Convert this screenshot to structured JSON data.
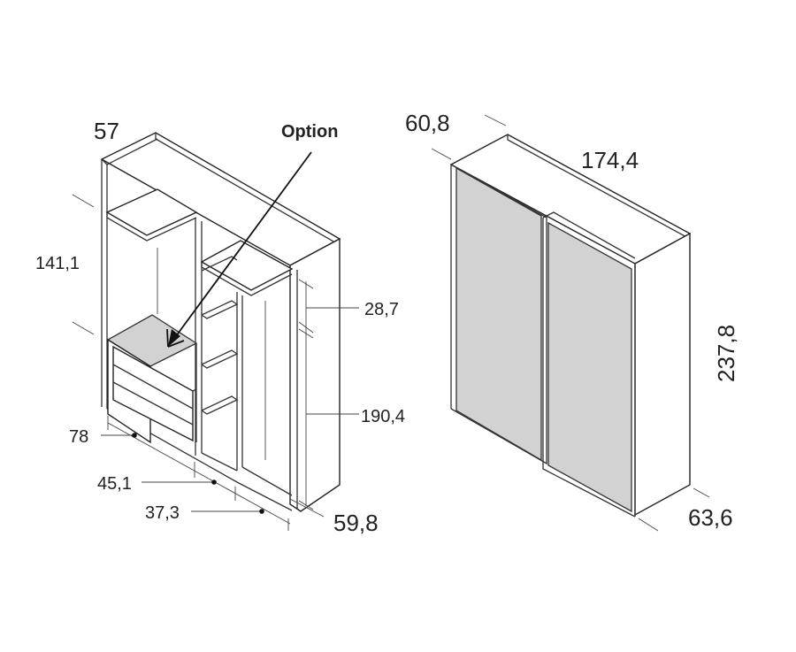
{
  "labels": {
    "option": "Option",
    "open_depth_top": "57",
    "open_height_left": "141,1",
    "open_shelf_gap": "28,7",
    "open_inner_height": "190,4",
    "open_width_left": "78",
    "open_width_mid": "45,1",
    "open_width_right": "37,3",
    "open_depth_bottom": "59,8",
    "closed_depth_top": "60,8",
    "closed_width": "174,4",
    "closed_height": "237,8",
    "closed_depth_bottom": "63,6"
  },
  "colors": {
    "line": "#333333",
    "door_fill": "#d2d2d2",
    "arrow": "#111111"
  }
}
